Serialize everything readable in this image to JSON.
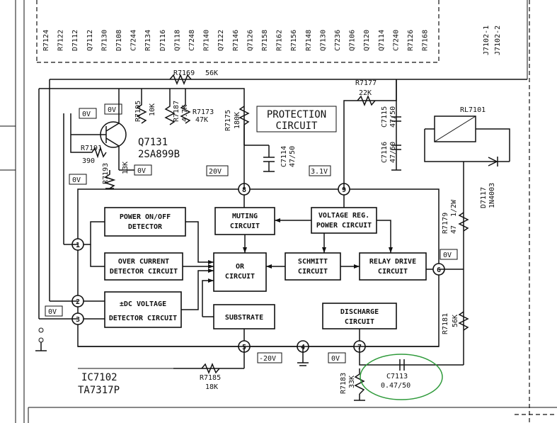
{
  "connector_refs": [
    "R7124",
    "R7122",
    "D7112",
    "Q7112",
    "R7130",
    "D7108",
    "C7244",
    "R7134",
    "D7116",
    "Q7118",
    "C7248",
    "R7140",
    "Q7122",
    "R7146",
    "Q7126",
    "R7158",
    "R7162",
    "R7156",
    "R7148",
    "Q7130",
    "C7236",
    "Q7106",
    "Q7120",
    "Q7114",
    "C7240",
    "R7126",
    "R7168"
  ],
  "connector_refs_right": [
    "J7102-1",
    "J7102-2"
  ],
  "ic": {
    "ref": "IC7102",
    "part": "TA7317P"
  },
  "blocks": {
    "power_onoff": [
      "POWER ON/OFF",
      "DETECTOR"
    ],
    "over_current": [
      "OVER CURRENT",
      "DETECTOR CIRCUIT"
    ],
    "dc_voltage": [
      "±DC VOLTAGE",
      "DETECTOR CIRCUIT"
    ],
    "muting": [
      "MUTING",
      "CIRCUIT"
    ],
    "voltage_reg": [
      "VOLTAGE REG.",
      "POWER CIRCUIT"
    ],
    "or": [
      "OR",
      "CIRCUIT"
    ],
    "schmitt": [
      "SCHMITT",
      "CIRCUIT"
    ],
    "relay_drive": [
      "RELAY DRIVE",
      "CIRCUIT"
    ],
    "substrate": [
      "SUBSTRATE"
    ],
    "discharge": [
      "DISCHARGE",
      "CIRCUIT"
    ]
  },
  "protection_title": [
    "PROTECTION",
    "CIRCUIT"
  ],
  "pins": [
    "1",
    "2",
    "3",
    "4",
    "5",
    "6",
    "7",
    "8",
    "9"
  ],
  "voltages": {
    "v_q_emitter": "0V",
    "v_q_base": "0V",
    "v_q_collector": "0V",
    "v_pin1": "0V",
    "v_pin8": "20V",
    "v_pin9": "3.1V",
    "v_pin6": "0V",
    "v_pin3": "0V",
    "v_pin5": "-20V",
    "v_pin7": "0V"
  },
  "components": {
    "r7169": [
      "R7169",
      "56K"
    ],
    "r7177": [
      "R7177",
      "22K"
    ],
    "r7195": [
      "R7195",
      "10K"
    ],
    "r7187": [
      "R7187",
      "4.7K"
    ],
    "r7173": [
      "R7173",
      "47K"
    ],
    "r7175": [
      "R7175",
      "180K"
    ],
    "c7114": [
      "C7114",
      "47/50"
    ],
    "q7131": [
      "Q7131",
      "2SA899B"
    ],
    "r7191": [
      "R7191",
      "390"
    ],
    "r7193": [
      "R7193",
      "13K"
    ],
    "c7115": [
      "C7115",
      "47/50"
    ],
    "c7116": [
      "C7116",
      "47/50"
    ],
    "rl7101": [
      "RL7101"
    ],
    "d7117": [
      "D7117",
      "1N4003"
    ],
    "r7179": [
      "R7179",
      "47",
      "1/2W"
    ],
    "r7181": [
      "R7181",
      "56K"
    ],
    "r7185": [
      "R7185",
      "18K"
    ],
    "r7183": [
      "R7183",
      "33K"
    ],
    "c7113": [
      "C7113",
      "0.47/50"
    ]
  },
  "annotation_color": "#2e9a3a"
}
